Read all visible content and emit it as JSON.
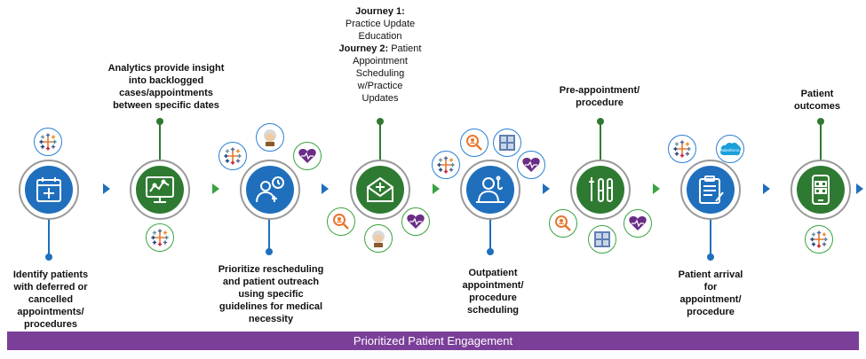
{
  "colors": {
    "blue": "#1f6fbd",
    "green": "#2f7a32",
    "arrow_blue": "#1f6fbd",
    "arrow_green": "#3aa340",
    "banner": "#7b3f99",
    "heart": "#6a2d86"
  },
  "labels": {
    "identify": [
      "Identify patients",
      "with deferred or",
      "cancelled",
      "appointments/",
      "procedures"
    ],
    "analytics": [
      "Analytics provide insight",
      "into backlogged",
      "cases/appointments",
      "between specific dates"
    ],
    "prioritize": [
      "Prioritize rescheduling",
      "and patient outreach",
      "using specific",
      "guidelines for medical",
      "necessity"
    ],
    "outpatient": [
      "Outpatient",
      "appointment/",
      "procedure",
      "scheduling"
    ],
    "pre_appointment": [
      "Pre-appointment/",
      "procedure"
    ],
    "arrival": [
      "Patient arrival",
      "for",
      "appointment/",
      "procedure"
    ],
    "outcomes": [
      "Patient",
      "outcomes"
    ]
  },
  "journey": {
    "j1_title": "Journey 1:",
    "j1_lines": [
      "Practice Update",
      "Education"
    ],
    "j2_title": "Journey 2:",
    "j2_first": " Patient",
    "j2_lines": [
      "Appointment",
      "Scheduling",
      "w/Practice",
      "Updates"
    ]
  },
  "salesforce_logo_text": "salesforce",
  "banner": "Prioritized Patient Engagement",
  "icons": {
    "steps": [
      "calendar-icon",
      "analytics-monitor-icon",
      "patient-clock-icon",
      "envelope-icon",
      "doctor-icon",
      "test-tubes-icon",
      "clipboard-icon",
      "smartphone-icon"
    ],
    "satellites": [
      "tableau-logo-icon",
      "einstein-avatar-icon",
      "heart-pulse-icon",
      "search-person-icon",
      "grid-icon",
      "salesforce-logo-icon"
    ]
  }
}
